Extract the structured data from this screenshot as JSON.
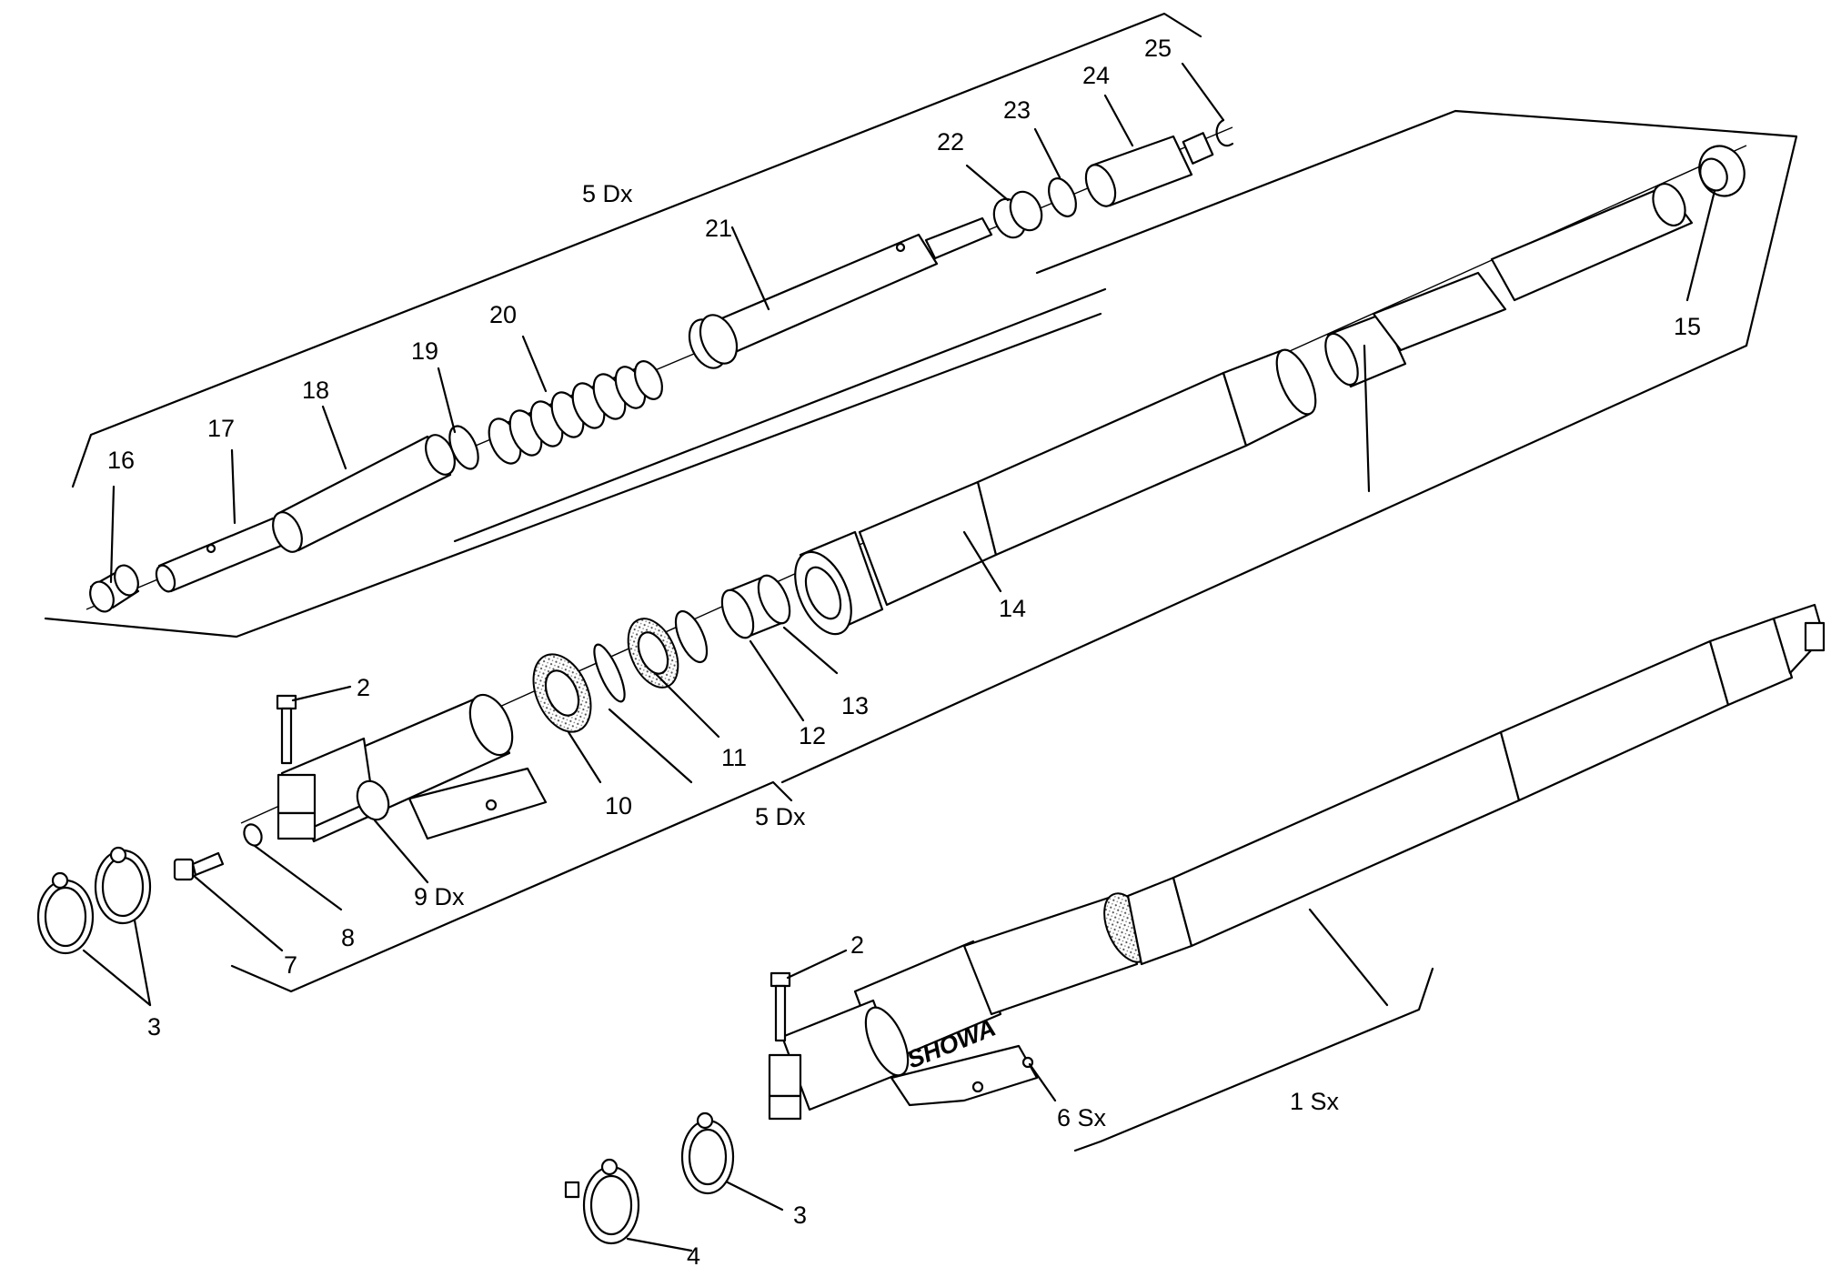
{
  "labels": {
    "p1": "1 Sx",
    "p2a": "2",
    "p2b": "2",
    "p3a": "3",
    "p3b": "3",
    "p4": "4",
    "p5a": "5 Dx",
    "p5b": "5 Dx",
    "p6": "6 Sx",
    "p7": "7",
    "p8": "8",
    "p9": "9 Dx",
    "p10": "10",
    "p11": "11",
    "p12": "12",
    "p13": "13",
    "p14": "14",
    "p15": "15",
    "p16": "16",
    "p17": "17",
    "p18": "18",
    "p19": "19",
    "p20": "20",
    "p21": "21",
    "p22": "22",
    "p23": "23",
    "p24": "24",
    "p25": "25"
  },
  "logo_text": "SHOWA"
}
